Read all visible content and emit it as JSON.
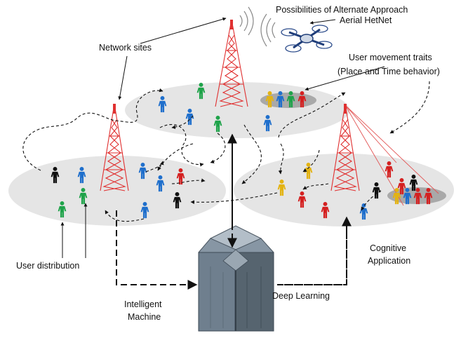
{
  "labels": {
    "alt_approach": "Possibilities of Alternate Approach",
    "aerial_hetnet": "Aerial HetNet",
    "network_sites": "Network sites",
    "user_movement": "User movement traits",
    "place_time": "(Place and Time behavior)",
    "user_distribution": "User distribution",
    "cognitive": "Cognitive",
    "application": "Application",
    "intelligent": "Intelligent",
    "machine": "Machine",
    "deep_learning": "Deep Learning"
  },
  "colors": {
    "ellipse": "#e5e5e5",
    "cluster": "#a9a9a9",
    "tower": "#e03030",
    "server": "#6f7f8e",
    "person_blue": "#1f6fcc",
    "person_red": "#d42020",
    "person_green": "#1fa34a",
    "person_black": "#111111",
    "person_yellow": "#e3b312"
  }
}
